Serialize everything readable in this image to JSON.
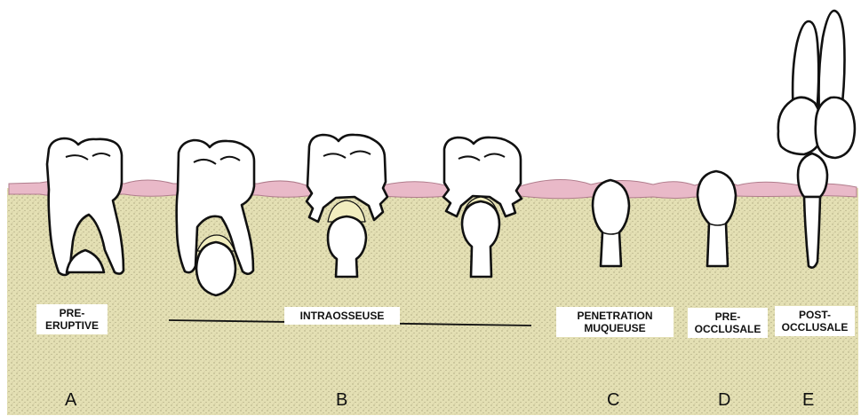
{
  "colors": {
    "bone": "#e4e0b4",
    "bone_speckle": "#a9a47c",
    "gum": "#e9b9c8",
    "gum_edge": "#b07c8c",
    "tooth_fill": "#ffffff",
    "tooth_outline": "#111111",
    "crypt": "#f1edbf"
  },
  "stages": [
    {
      "label": "PRE-\nERUPTIVE",
      "letter": "A"
    },
    {
      "label": "INTRAOSSEUSE",
      "letter": "B"
    },
    {
      "label": "PENETRATION\nMUQUEUSE",
      "letter": "C"
    },
    {
      "label": "PRE-\nOCCLUSALE",
      "letter": "D"
    },
    {
      "label": "POST-\nOCCLUSALE",
      "letter": "E"
    }
  ]
}
